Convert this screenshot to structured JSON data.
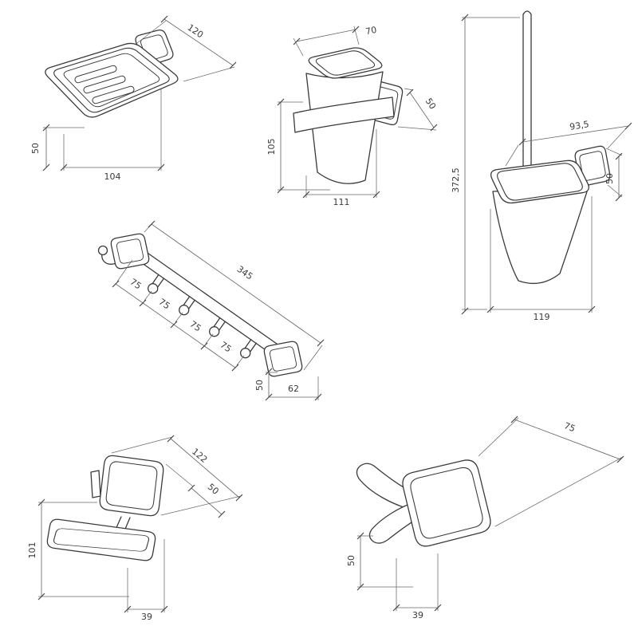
{
  "canvas": {
    "background": "#ffffff",
    "outline_color": "#3a3a3a",
    "dimension_color": "#6a6a6a",
    "label_color": "#3a3a3a"
  },
  "drawings": {
    "soap_dish": {
      "dim_top_diagonal": "120",
      "dim_side_height": "50",
      "dim_bottom_width": "104"
    },
    "tumbler_holder": {
      "dim_top_width": "70",
      "dim_plate_side": "50",
      "dim_side_height": "105",
      "dim_bottom_width": "111"
    },
    "toilet_brush": {
      "dim_top_depth": "93,5",
      "dim_total_height": "372,5",
      "dim_plate_side": "50",
      "dim_bottom_width": "119"
    },
    "hook_rail": {
      "dim_total_length": "345",
      "dim_hook_spacing_1": "75",
      "dim_hook_spacing_2": "75",
      "dim_hook_spacing_3": "75",
      "dim_hook_spacing_4": "75",
      "dim_plate_height": "50",
      "dim_plate_width": "62"
    },
    "paper_holder": {
      "dim_top_width": "122",
      "dim_plate_side": "50",
      "dim_side_height": "101",
      "dim_bottom_width": "39"
    },
    "robe_hook": {
      "dim_top_width": "75",
      "dim_side_height": "50",
      "dim_bottom_width": "39"
    }
  }
}
